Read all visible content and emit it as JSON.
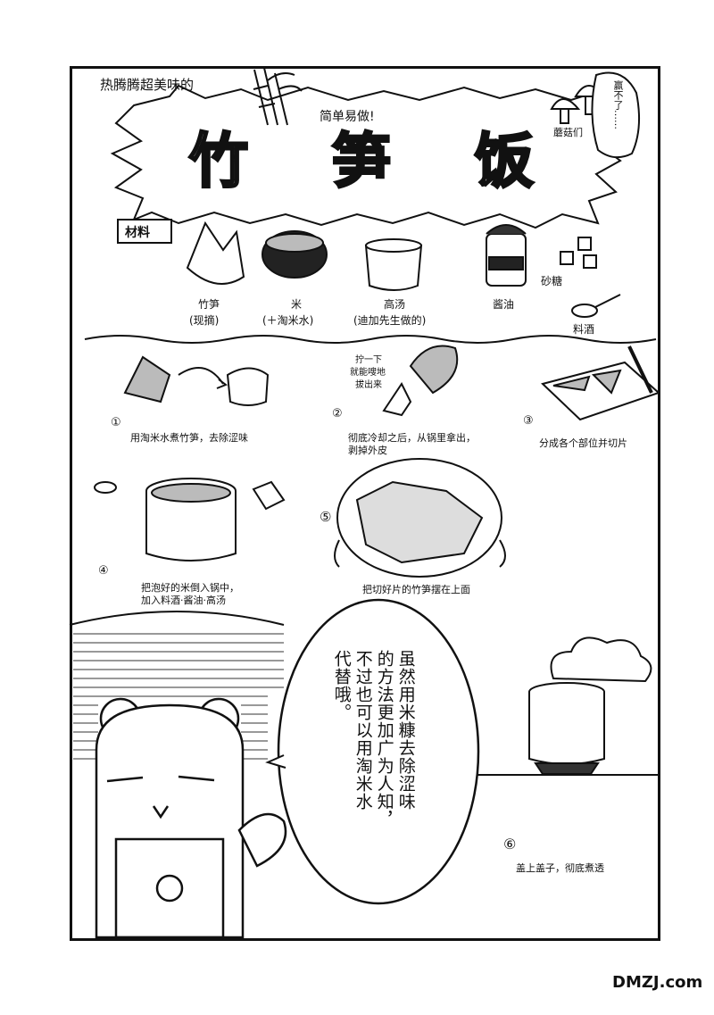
{
  "header": {
    "kicker": "热腾腾超美味的",
    "subkicker": "简单易做!",
    "title_chars": [
      "竹",
      "笋",
      "饭"
    ],
    "mushroom_label": "蘑菇们",
    "mushroom_speech": "赢不了……"
  },
  "ingredients": {
    "label": "材料",
    "items": [
      {
        "name": "竹笋",
        "note": "(现摘)"
      },
      {
        "name": "米",
        "note": "(＋淘米水)"
      },
      {
        "name": "高汤",
        "note": "(迪加先生做的)"
      },
      {
        "name": "酱油",
        "note": ""
      },
      {
        "name": "砂糖",
        "note": ""
      },
      {
        "name": "料酒",
        "note": ""
      }
    ]
  },
  "steps": [
    {
      "num": "①",
      "text": "用淘米水煮竹笋，去除涩味"
    },
    {
      "num": "②",
      "text_lines": [
        "彻底冷却之后，从锅里拿出，",
        "剥掉外皮"
      ],
      "aside_lines": [
        "拧一下",
        "就能嗖地",
        "拔出来"
      ]
    },
    {
      "num": "③",
      "text": "分成各个部位并切片"
    },
    {
      "num": "④",
      "text_lines": [
        "把泡好的米倒入锅中，",
        "加入料酒·酱油·高汤"
      ]
    },
    {
      "num": "⑤",
      "text": "把切好片的竹笋摆在上面"
    },
    {
      "num": "⑥",
      "text": "盖上盖子，彻底煮透"
    }
  ],
  "speech": {
    "columns": [
      "虽然用米糠去除涩味",
      "的方法更加广为人知，",
      "不过也可以用淘米水",
      "代替哦。"
    ]
  },
  "watermark": "DMZJ.com"
}
